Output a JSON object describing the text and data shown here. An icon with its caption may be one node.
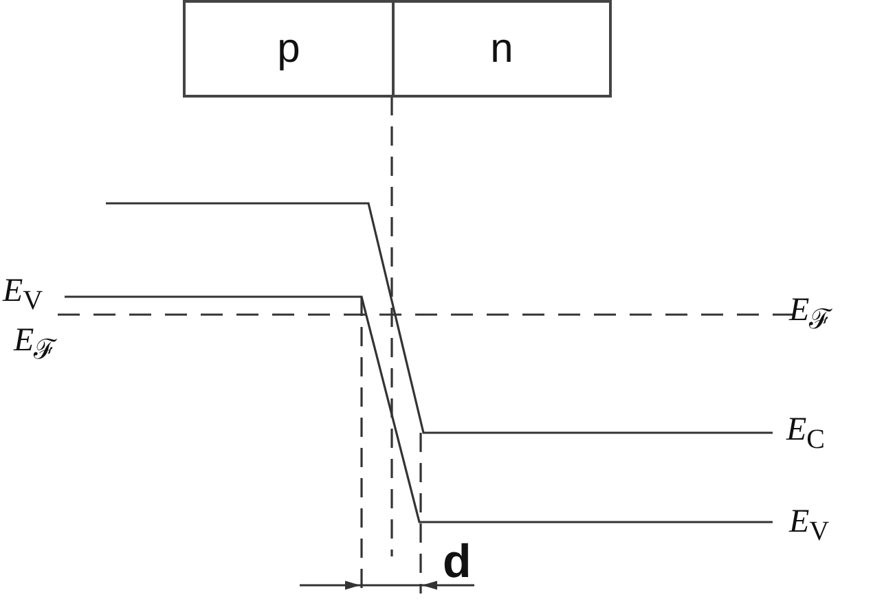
{
  "diagram": {
    "nodes": [
      {
        "text": [
          "p"
        ]
      },
      {
        "text": [
          "n"
        ]
      }
    ],
    "edges": [],
    "labels": [
      "*E*$_{V}$",
      "*E*$_{ℱ}$",
      "*E*$_{ℱ}$",
      "*E*$_{C}$",
      "*E*$_{V}$",
      "d"
    ]
  }
}
